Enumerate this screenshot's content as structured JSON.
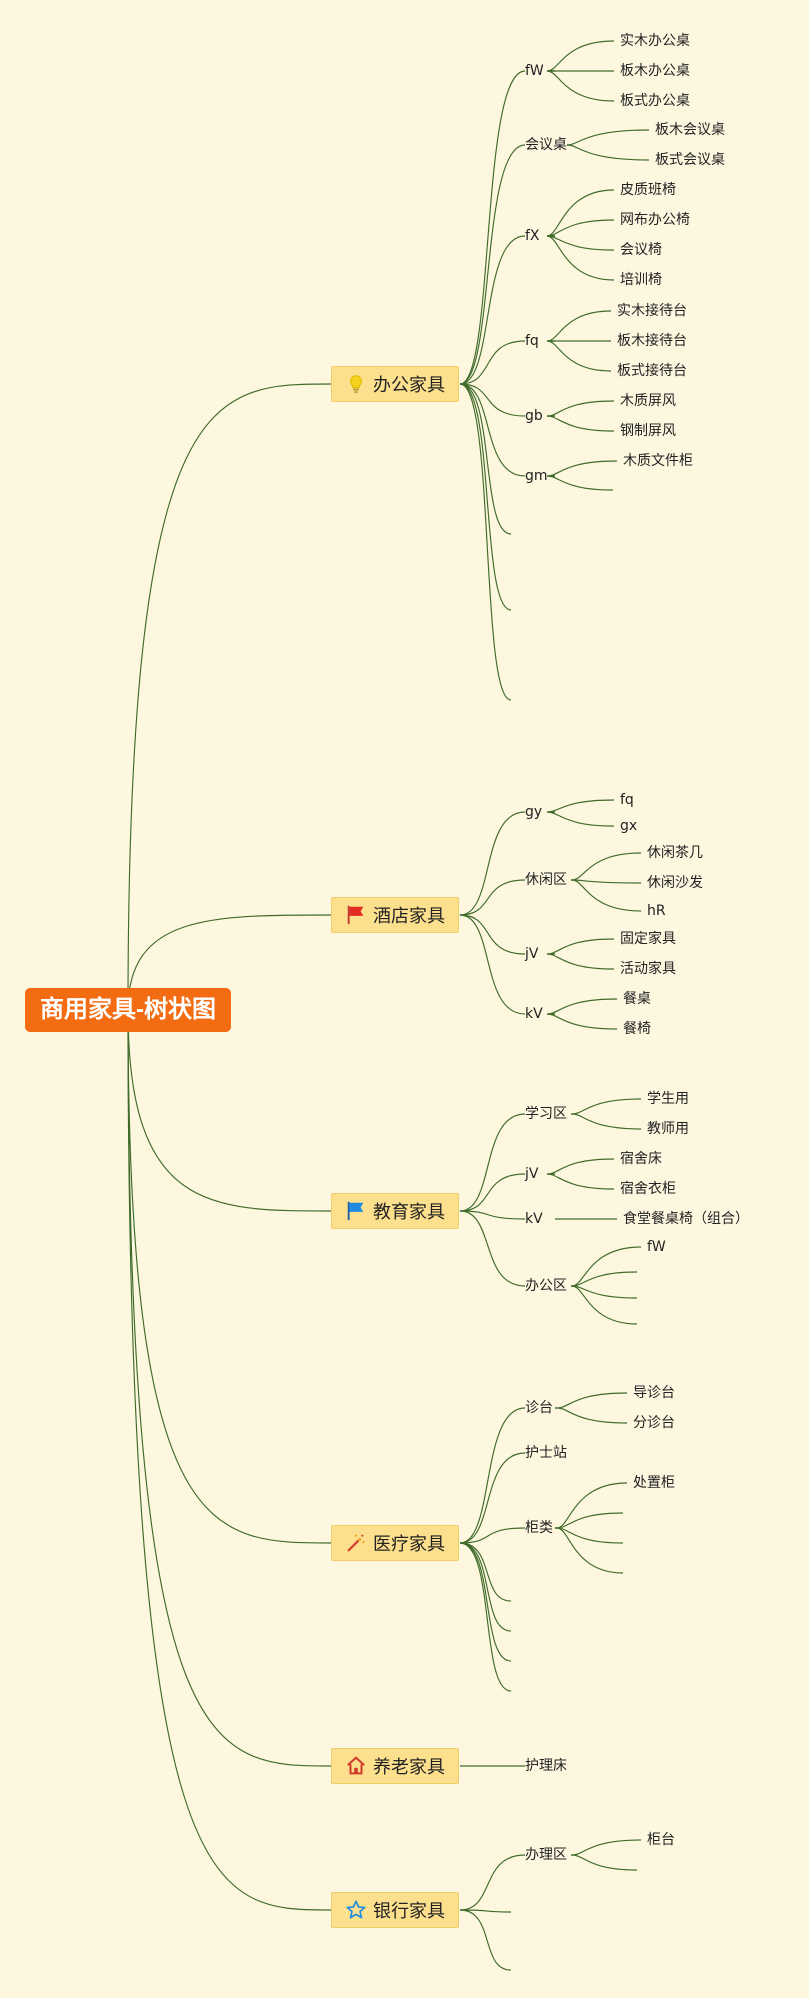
{
  "root": {
    "label": "商用家具-树状图",
    "color": "#f36c12"
  },
  "colors": {
    "background": "#fef7e0",
    "edge": "#3f6b2a",
    "branch_fill": "#fde08e"
  },
  "branches": [
    {
      "label": "办公家具",
      "icon": "lightbulb-icon",
      "children": [
        {
          "label": "fW",
          "children": [
            {
              "label": "实木办公桌"
            },
            {
              "label": "板木办公桌"
            },
            {
              "label": "板式办公桌"
            }
          ]
        },
        {
          "label": "会议桌",
          "children": [
            {
              "label": "板木会议桌"
            },
            {
              "label": "板式会议桌"
            }
          ]
        },
        {
          "label": "fX",
          "children": [
            {
              "label": "皮质班椅"
            },
            {
              "label": "网布办公椅"
            },
            {
              "label": "会议椅"
            },
            {
              "label": "培训椅"
            }
          ]
        },
        {
          "label": "fq",
          "children": [
            {
              "label": "实木接待台"
            },
            {
              "label": "板木接待台"
            },
            {
              "label": "板式接待台"
            }
          ]
        },
        {
          "label": "gb",
          "children": [
            {
              "label": "木质屏风"
            },
            {
              "label": "钢制屏风"
            }
          ]
        },
        {
          "label": "gm",
          "children": [
            {
              "label": "木质文件柜"
            },
            {
              "label": ""
            }
          ]
        },
        {
          "label": ""
        },
        {
          "label": ""
        },
        {
          "label": ""
        }
      ]
    },
    {
      "label": "酒店家具",
      "icon": "flag-red-icon",
      "children": [
        {
          "label": "gy",
          "children": [
            {
              "label": "fq"
            },
            {
              "label": "gx"
            }
          ]
        },
        {
          "label": "休闲区",
          "children": [
            {
              "label": "休闲茶几"
            },
            {
              "label": "休闲沙发"
            },
            {
              "label": "hR"
            }
          ]
        },
        {
          "label": "jV",
          "children": [
            {
              "label": "固定家具"
            },
            {
              "label": "活动家具"
            }
          ]
        },
        {
          "label": "kV",
          "children": [
            {
              "label": "餐桌"
            },
            {
              "label": "餐椅"
            }
          ]
        }
      ]
    },
    {
      "label": "教育家具",
      "icon": "flag-blue-icon",
      "children": [
        {
          "label": "学习区",
          "children": [
            {
              "label": "学生用"
            },
            {
              "label": "教师用"
            }
          ]
        },
        {
          "label": "jV",
          "children": [
            {
              "label": "宿舍床"
            },
            {
              "label": "宿舍衣柜"
            }
          ]
        },
        {
          "label": "kV",
          "children": [
            {
              "label": "食堂餐桌椅（组合）"
            }
          ]
        },
        {
          "label": "办公区",
          "children": [
            {
              "label": "fW"
            },
            {
              "label": ""
            },
            {
              "label": ""
            },
            {
              "label": ""
            }
          ]
        }
      ]
    },
    {
      "label": "医疗家具",
      "icon": "magic-wand-icon",
      "children": [
        {
          "label": "诊台",
          "children": [
            {
              "label": "导诊台"
            },
            {
              "label": "分诊台"
            }
          ]
        },
        {
          "label": "护士站"
        },
        {
          "label": "柜类",
          "children": [
            {
              "label": "处置柜"
            },
            {
              "label": ""
            },
            {
              "label": ""
            },
            {
              "label": ""
            }
          ]
        },
        {
          "label": ""
        },
        {
          "label": ""
        },
        {
          "label": ""
        },
        {
          "label": ""
        }
      ]
    },
    {
      "label": "养老家具",
      "icon": "house-icon",
      "children": [
        {
          "label": "护理床"
        }
      ]
    },
    {
      "label": "银行家具",
      "icon": "star-icon",
      "children": [
        {
          "label": "办理区",
          "children": [
            {
              "label": "柜台"
            },
            {
              "label": ""
            }
          ]
        },
        {
          "label": ""
        },
        {
          "label": ""
        }
      ]
    }
  ]
}
